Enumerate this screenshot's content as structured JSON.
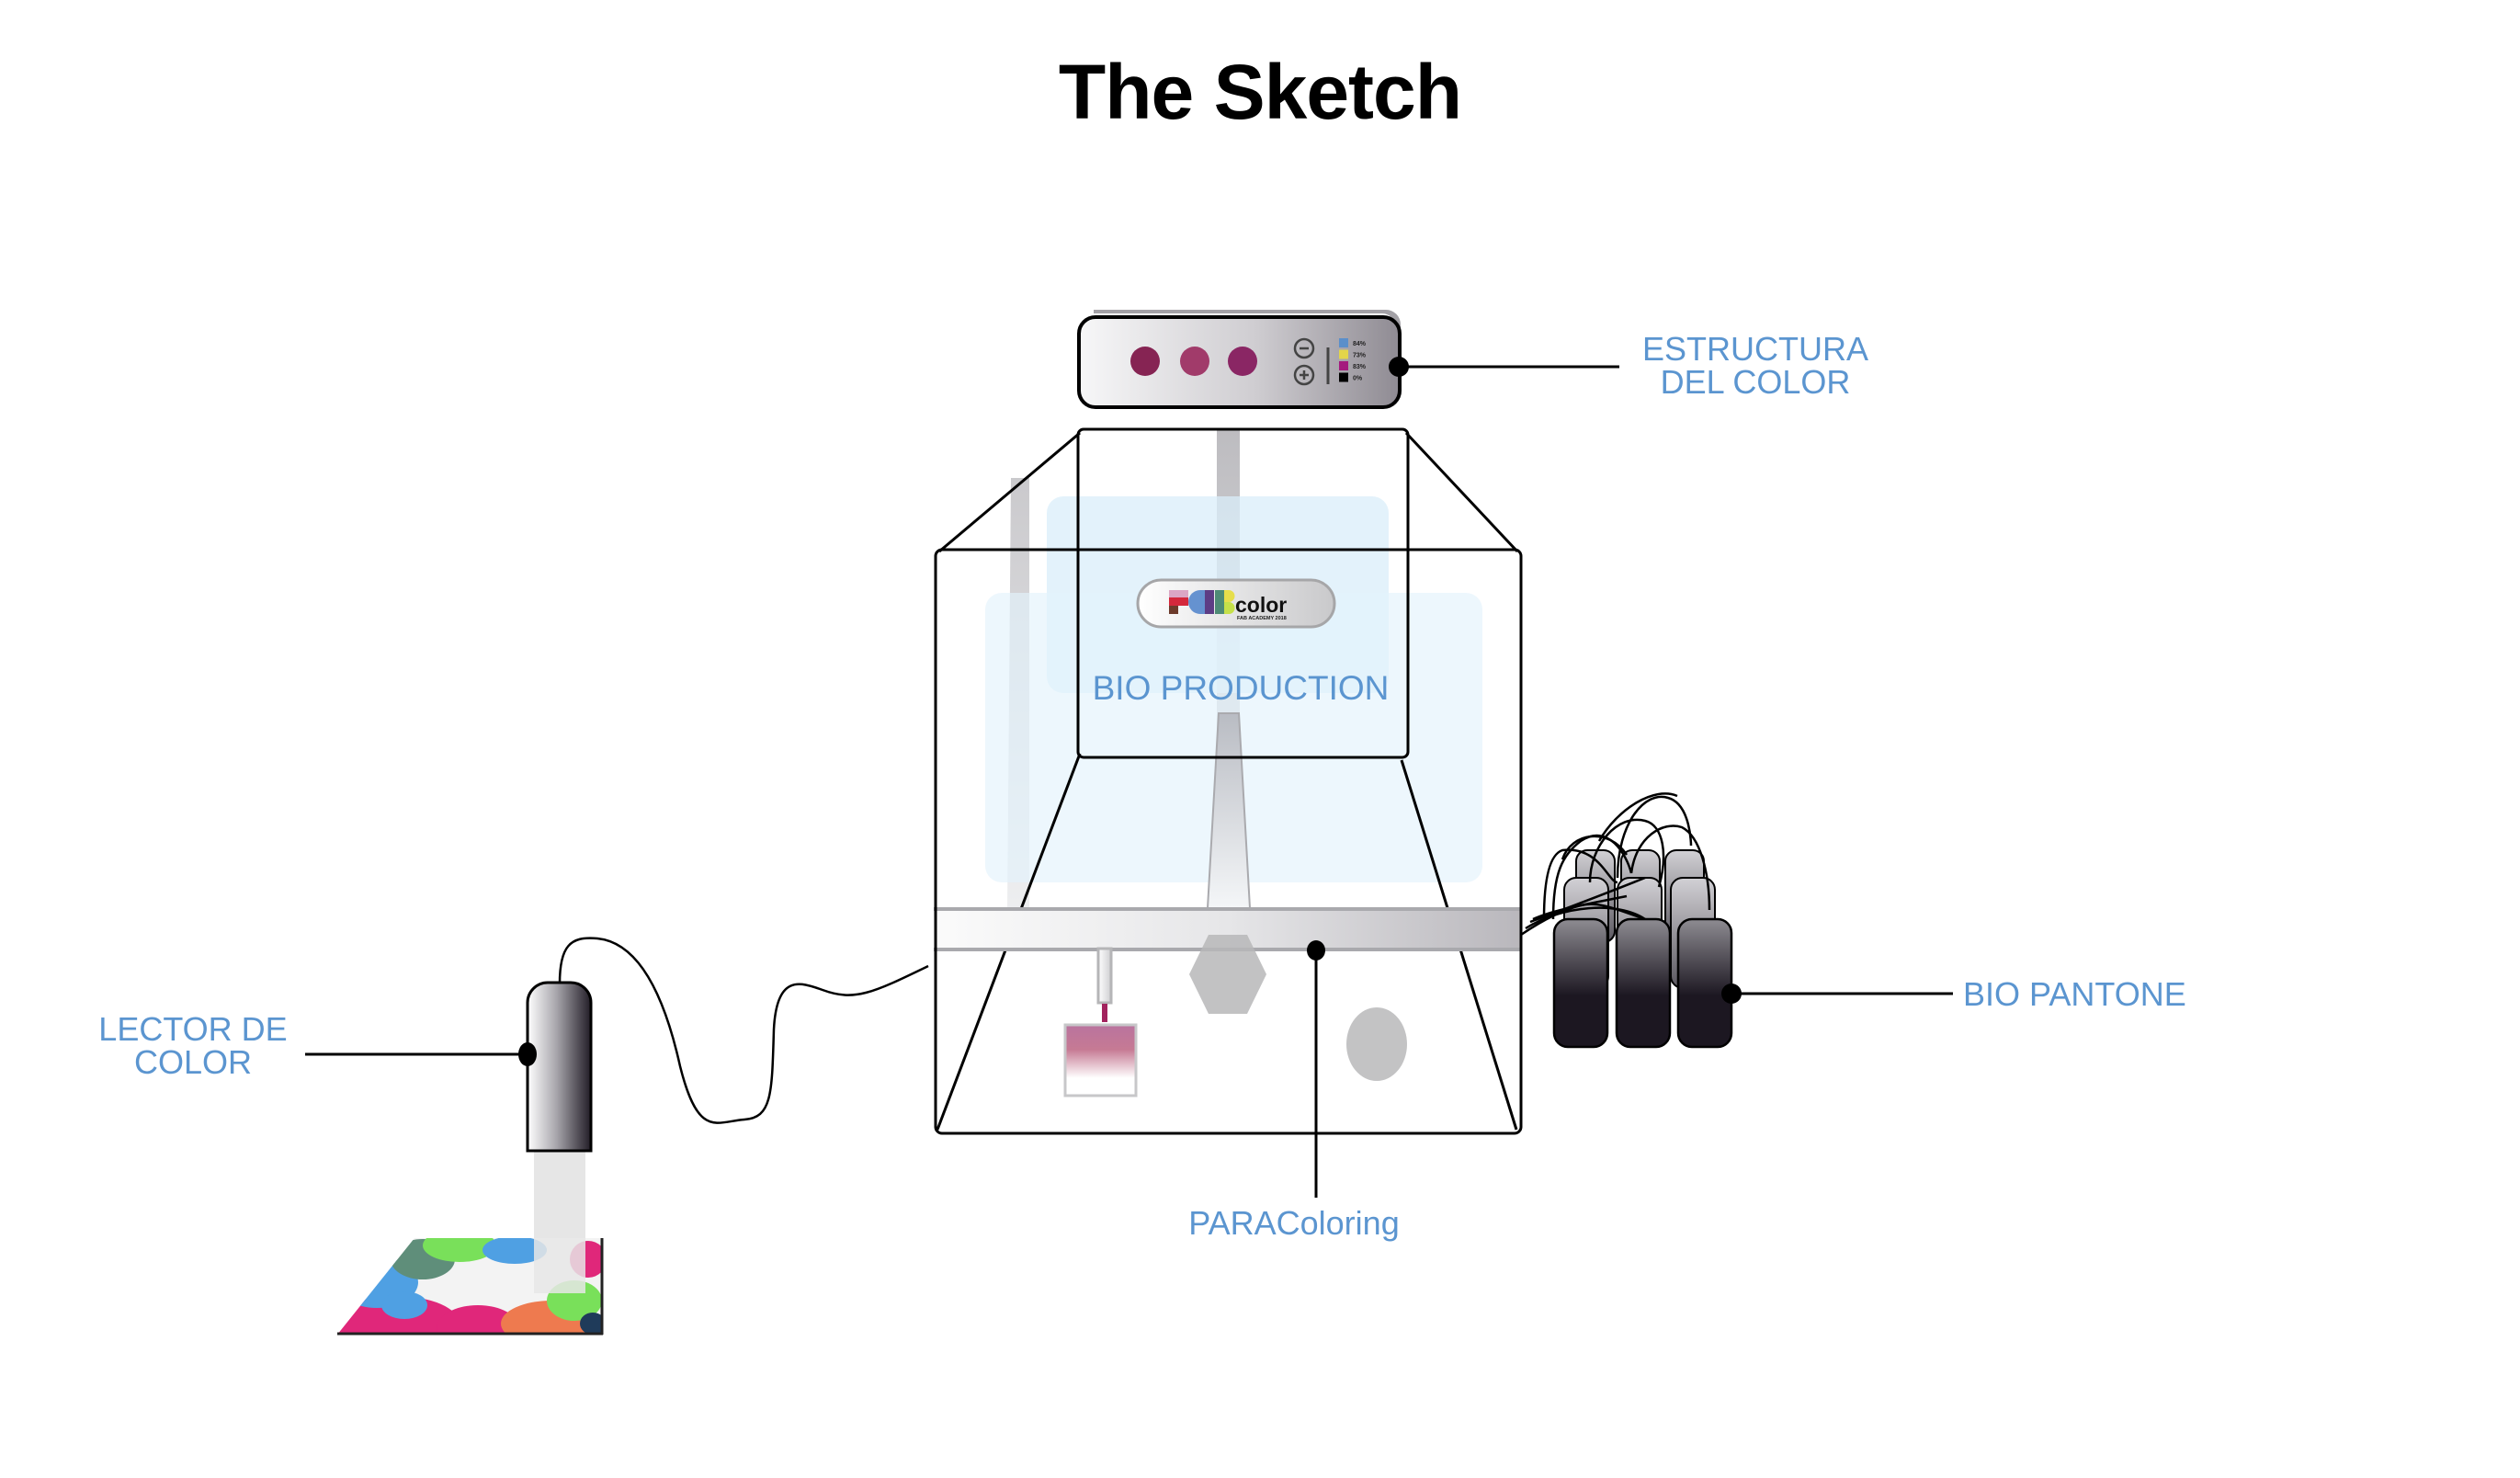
{
  "page": {
    "title": "The Sketch"
  },
  "colors": {
    "label_blue": "#5b95d0",
    "outline": "#000000",
    "panel_blue": "#e3f3fc",
    "led_1": "#862453",
    "led_2": "#a13b6a",
    "led_3": "#8a2664"
  },
  "labels": {
    "estructura_line1": "ESTRUCTURA",
    "estructura_line2": "DEL COLOR",
    "lector_line1": "LECTOR DE",
    "lector_line2": "COLOR",
    "bio_pantone": "BIO PANTONE",
    "paracoloring": "PARAColoring",
    "bio_production": "BIO PRODUCTION"
  },
  "device": {
    "minus_icon": "minus-circle-icon",
    "plus_icon": "plus-circle-icon",
    "levels": [
      {
        "channel": "cyan",
        "color": "#5b8fca",
        "value": "84%"
      },
      {
        "channel": "yellow",
        "color": "#e3d54a",
        "value": "73%"
      },
      {
        "channel": "magenta",
        "color": "#a41a7e",
        "value": "83%"
      },
      {
        "channel": "black",
        "color": "#000000",
        "value": "0%"
      }
    ]
  },
  "logo": {
    "word": "color",
    "subtitle": "FAB ACADEMY 2018",
    "letters_mark": "FAB"
  }
}
